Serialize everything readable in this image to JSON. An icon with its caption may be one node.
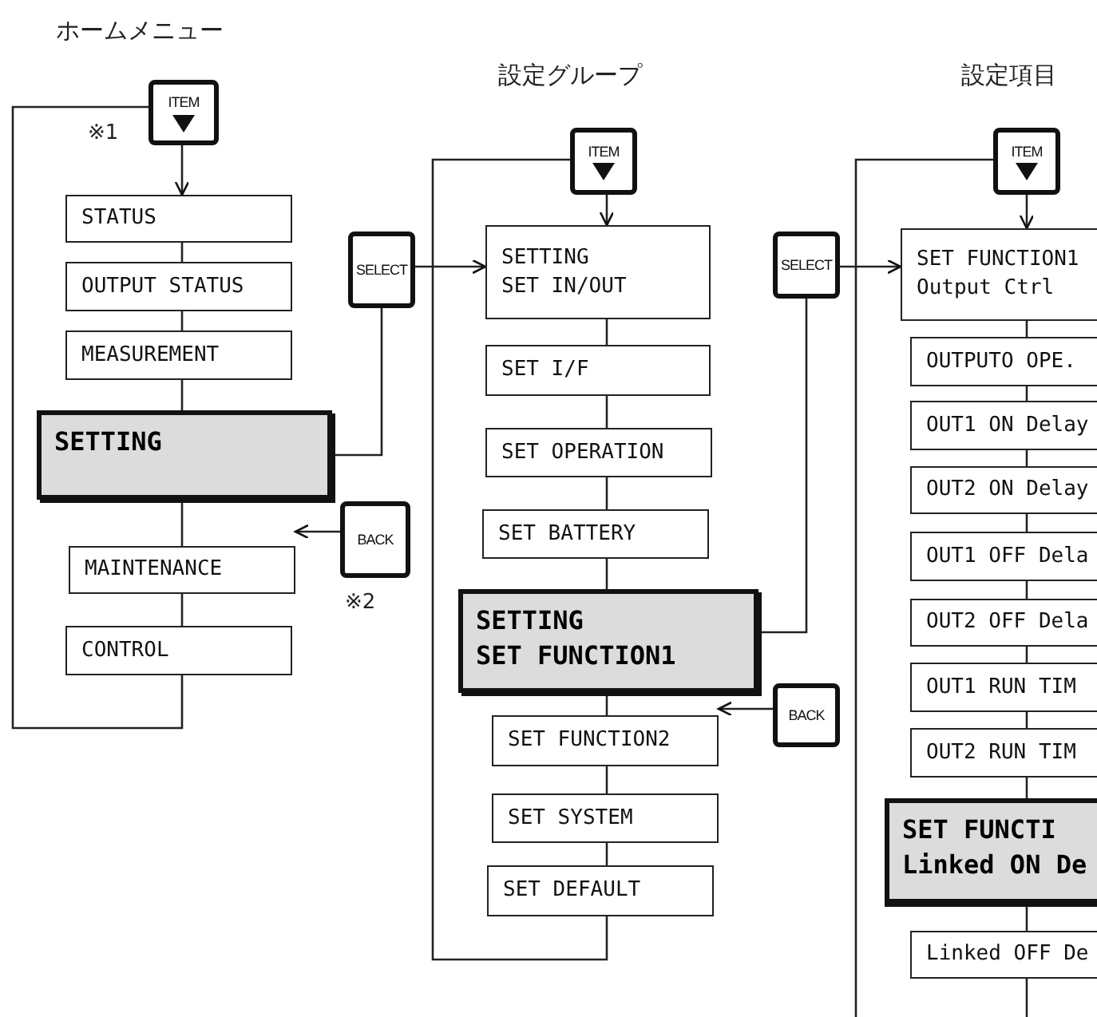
{
  "diagram": {
    "nodes": [
      {
        "text": [
          "ITEM"
        ]
      },
      {
        "text": [
          "STATUS"
        ]
      },
      {
        "text": [
          "OUTPUT STATUS"
        ]
      },
      {
        "text": [
          "MEASUREMENT"
        ]
      },
      {
        "text": [
          "SETTING"
        ]
      },
      {
        "text": [
          "MAINTENANCE"
        ]
      },
      {
        "text": [
          "CONTROL"
        ]
      },
      {
        "text": [
          "SELECT"
        ]
      },
      {
        "text": [
          "BACK"
        ]
      },
      {
        "text": [
          "ITEM"
        ]
      },
      {
        "text": [
          "SETTING",
          "SET IN/OUT"
        ]
      },
      {
        "text": [
          "SET I/F"
        ]
      },
      {
        "text": [
          "SET OPERATION"
        ]
      },
      {
        "text": [
          "SET BATTERY"
        ]
      },
      {
        "text": [
          "SETTING",
          "SET FUNCTION1"
        ]
      },
      {
        "text": [
          "SET FUNCTION2"
        ]
      },
      {
        "text": [
          "SET SYSTEM"
        ]
      },
      {
        "text": [
          "SET DEFAULT"
        ]
      },
      {
        "text": [
          "SELECT"
        ]
      },
      {
        "text": [
          "BACK"
        ]
      },
      {
        "text": [
          "ITEM"
        ]
      },
      {
        "text": [
          "SET FUNCTION1",
          "Output Ctrl"
        ]
      },
      {
        "text": [
          "OUTPUTO OPE."
        ]
      },
      {
        "text": [
          "OUT1 ON Delay"
        ]
      },
      {
        "text": [
          "OUT2 ON Delay"
        ]
      },
      {
        "text": [
          "OUT1 OFF Dela"
        ]
      },
      {
        "text": [
          "OUT2 OFF Dela"
        ]
      },
      {
        "text": [
          "OUT1 RUN TIM"
        ]
      },
      {
        "text": [
          "OUT2 RUN TIM"
        ]
      },
      {
        "text": [
          "SET FUNCTI",
          "Linked ON De"
        ]
      },
      {
        "text": [
          "Linked OFF De"
        ]
      }
    ],
    "edges": [
      {
        "from": 0,
        "to": 1,
        "arrow": "to"
      },
      {
        "from": 1,
        "to": 2,
        "arrow": "none"
      },
      {
        "from": 2,
        "to": 3,
        "arrow": "none"
      },
      {
        "from": 3,
        "to": 4,
        "arrow": "none"
      },
      {
        "from": 4,
        "to": 5,
        "arrow": "none"
      },
      {
        "from": 5,
        "to": 6,
        "arrow": "none"
      },
      {
        "from": 6,
        "to": 0,
        "arrow": "none"
      },
      {
        "from": 4,
        "to": 7,
        "arrow": "none"
      },
      {
        "from": 7,
        "to": 10,
        "arrow": "to"
      },
      {
        "from": 8,
        "to": 5,
        "arrow": "to"
      },
      {
        "from": 9,
        "to": 10,
        "arrow": "to"
      },
      {
        "from": 10,
        "to": 11,
        "arrow": "none"
      },
      {
        "from": 11,
        "to": 12,
        "arrow": "none"
      },
      {
        "from": 12,
        "to": 13,
        "arrow": "none"
      },
      {
        "from": 13,
        "to": 14,
        "arrow": "none"
      },
      {
        "from": 14,
        "to": 15,
        "arrow": "none"
      },
      {
        "from": 15,
        "to": 16,
        "arrow": "none"
      },
      {
        "from": 16,
        "to": 17,
        "arrow": "none"
      },
      {
        "from": 17,
        "to": 9,
        "arrow": "none"
      },
      {
        "from": 14,
        "to": 18,
        "arrow": "none"
      },
      {
        "from": 18,
        "to": 21,
        "arrow": "to"
      },
      {
        "from": 19,
        "to": 15,
        "arrow": "to"
      },
      {
        "from": 20,
        "to": 21,
        "arrow": "to"
      },
      {
        "from": 21,
        "to": 22,
        "arrow": "none"
      },
      {
        "from": 22,
        "to": 23,
        "arrow": "none"
      },
      {
        "from": 23,
        "to": 24,
        "arrow": "none"
      },
      {
        "from": 24,
        "to": 25,
        "arrow": "none"
      },
      {
        "from": 25,
        "to": 26,
        "arrow": "none"
      },
      {
        "from": 26,
        "to": 27,
        "arrow": "none"
      },
      {
        "from": 27,
        "to": 28,
        "arrow": "none"
      },
      {
        "from": 28,
        "to": 29,
        "arrow": "none"
      },
      {
        "from": 29,
        "to": 30,
        "arrow": "none"
      },
      {
        "from": 30,
        "to": 20,
        "arrow": "none"
      }
    ],
    "labels": [
      "ホームメニュー",
      "設定グループ",
      "設定項目",
      "※1",
      "※2"
    ]
  }
}
